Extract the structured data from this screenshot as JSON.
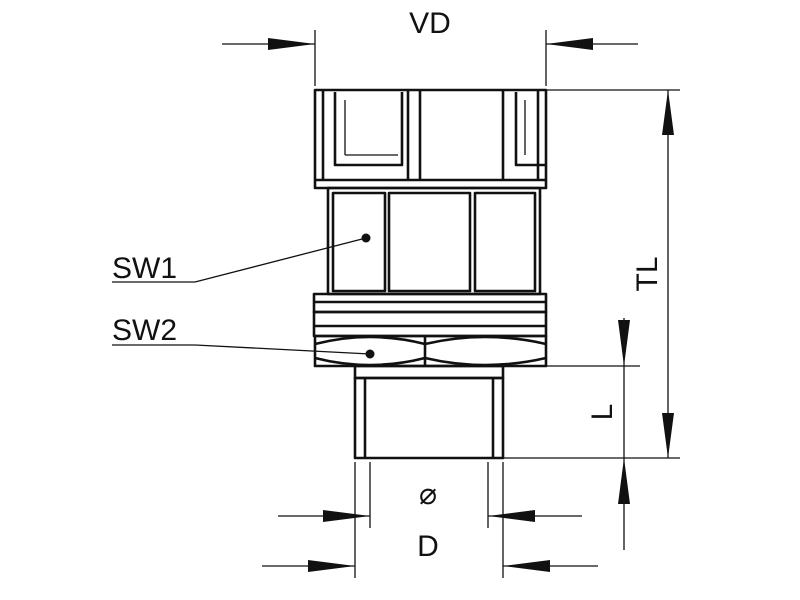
{
  "labels": {
    "vd": "VD",
    "tl": "TL",
    "sw1": "SW1",
    "sw2": "SW2",
    "l": "L",
    "d": "D",
    "diameter": "⌀"
  },
  "colors": {
    "line": "#111111",
    "background": "#ffffff"
  }
}
